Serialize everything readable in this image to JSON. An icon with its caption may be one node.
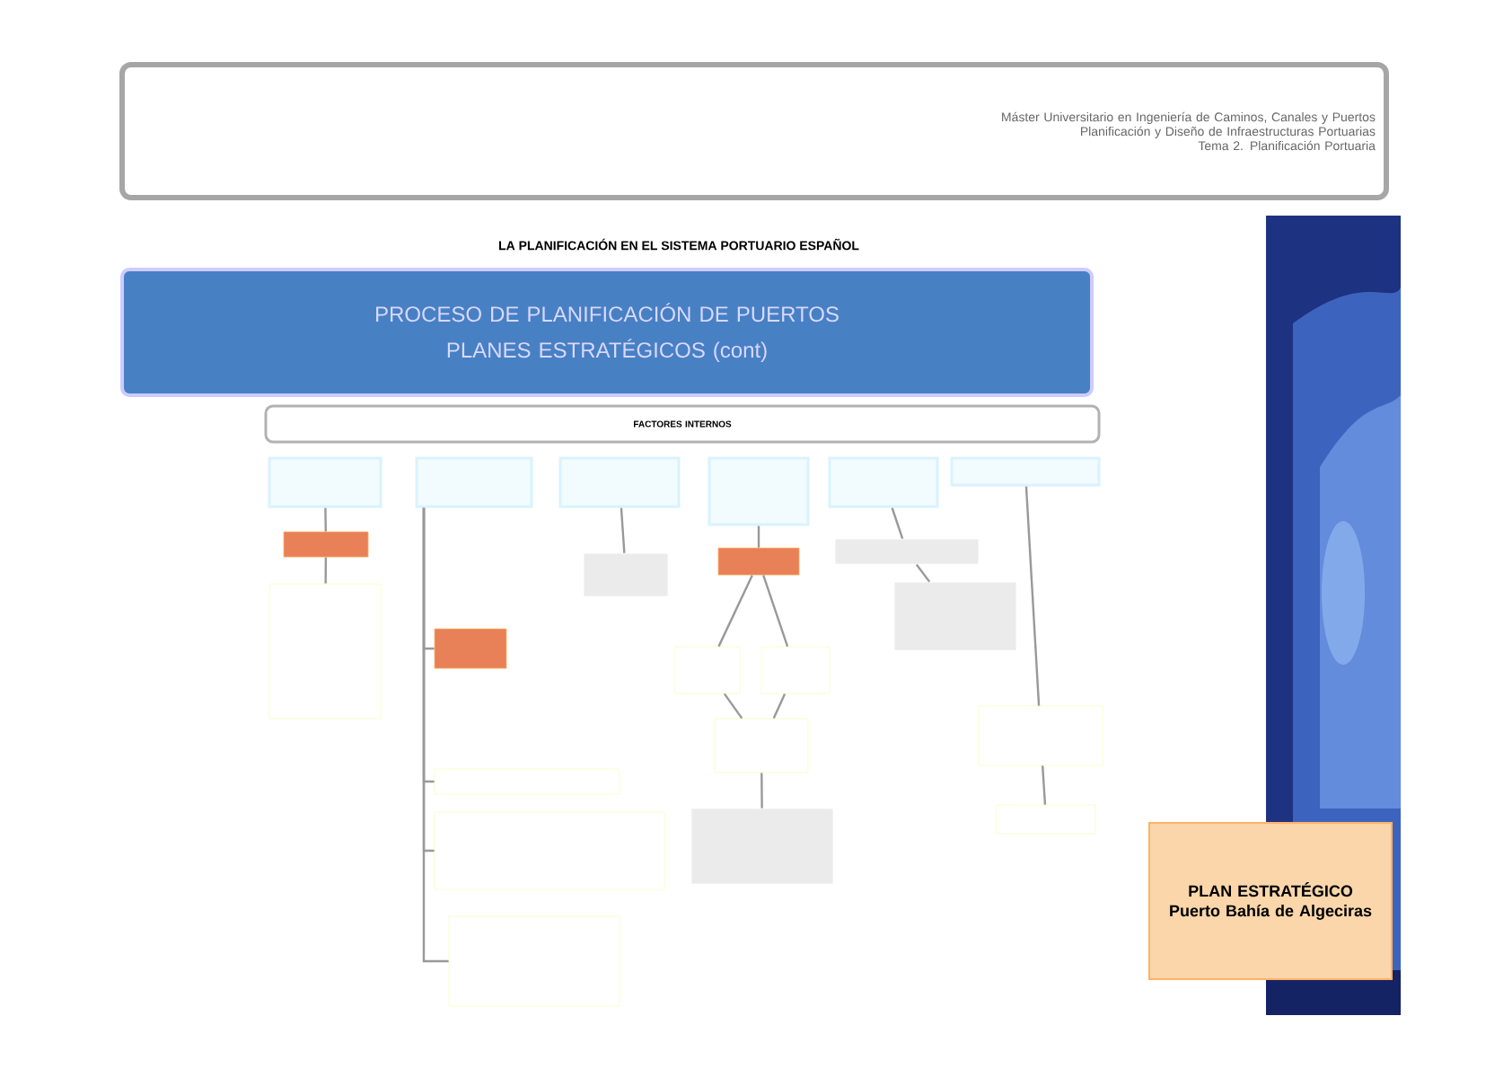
{
  "diagram": {
    "title": "LA PLANIFICACIÓN EN EL SISTEMA PORTUARIO ESPAÑOL",
    "nodes": [
      {
        "text": [
          "Máster Universitario en Ingeniería de Caminos, Canales y Puertos",
          "Planificación y Diseño de Infraestructuras Portuarias",
          "Tema 2. Planificación Portuaria"
        ]
      },
      {
        "text": [
          "PROCESO DE PLANIFICACIÓN DE PUERTOS",
          "PLANES ESTRATÉGICOS (cont)"
        ]
      },
      {
        "text": [
          "FACTORES INTERNOS"
        ]
      },
      {
        "text": [],
        "shape": "box"
      },
      {
        "text": [],
        "shape": "box"
      },
      {
        "text": [],
        "shape": "box"
      },
      {
        "text": [],
        "shape": "box"
      },
      {
        "text": [],
        "shape": "box"
      },
      {
        "text": [],
        "shape": "box"
      },
      {
        "text": [],
        "shape": "box"
      },
      {
        "text": [],
        "shape": "box"
      },
      {
        "text": [],
        "shape": "box"
      },
      {
        "text": [],
        "shape": "box"
      },
      {
        "text": [],
        "shape": "box"
      },
      {
        "text": [],
        "shape": "box"
      },
      {
        "text": [],
        "shape": "box"
      },
      {
        "text": [],
        "shape": "box"
      },
      {
        "text": [],
        "shape": "box"
      },
      {
        "text": [],
        "shape": "box"
      },
      {
        "text": [],
        "shape": "box"
      },
      {
        "text": [],
        "shape": "box"
      },
      {
        "text": [],
        "shape": "box"
      },
      {
        "text": [],
        "shape": "box"
      },
      {
        "text": [],
        "shape": "box"
      },
      {
        "text": [],
        "shape": "box"
      },
      {
        "text": [
          "PLAN ESTRATÉGICO Puerto Bahía de Algeciras"
        ]
      }
    ],
    "edges": [
      {
        "from": 3,
        "to": 9,
        "arrow": "none"
      },
      {
        "from": 9,
        "to": 10,
        "arrow": "none"
      },
      {
        "from": 4,
        "to": 11,
        "arrow": "none"
      },
      {
        "from": 4,
        "to": 12,
        "arrow": "none"
      },
      {
        "from": 4,
        "to": 13,
        "arrow": "none"
      },
      {
        "from": 4,
        "to": 14,
        "arrow": "none"
      },
      {
        "from": 5,
        "to": 15,
        "arrow": "none"
      },
      {
        "from": 6,
        "to": 16,
        "arrow": "none"
      },
      {
        "from": 16,
        "to": 17,
        "arrow": "none"
      },
      {
        "from": 16,
        "to": 18,
        "arrow": "none"
      },
      {
        "from": 17,
        "to": 19,
        "arrow": "none"
      },
      {
        "from": 18,
        "to": 19,
        "arrow": "none"
      },
      {
        "from": 19,
        "to": 20,
        "arrow": "none"
      },
      {
        "from": 7,
        "to": 21,
        "arrow": "none"
      },
      {
        "from": 21,
        "to": 22,
        "arrow": "none"
      },
      {
        "from": 8,
        "to": 23,
        "arrow": "none"
      },
      {
        "from": 23,
        "to": 24,
        "arrow": "none"
      }
    ]
  }
}
